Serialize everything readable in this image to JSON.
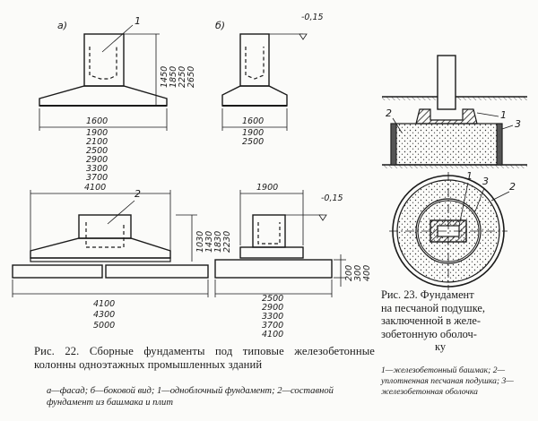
{
  "fig22": {
    "view_a": "а)",
    "view_b": "б)",
    "callout_1": "1",
    "callout_2": "2",
    "level_top": "-0,15",
    "level_bottom": "-0,15",
    "dims_a_width": [
      "1600",
      "1900",
      "2100",
      "2500",
      "2900",
      "3300",
      "3700"
    ],
    "dims_a_height": [
      "1450",
      "1850",
      "2250",
      "2650"
    ],
    "dims_b_width": [
      "1600",
      "1900",
      "2500"
    ],
    "dims_c_top": "4100",
    "dims_c_height": [
      "1030",
      "1430",
      "1830",
      "2230"
    ],
    "dims_c_width": [
      "4100",
      "4300",
      "5000"
    ],
    "dims_d_top": "1900",
    "dims_d_plate": [
      "200",
      "300",
      "400"
    ],
    "dims_d_width": [
      "2500",
      "2900",
      "3300",
      "3700",
      "4100"
    ],
    "caption": "Рис. 22. Сборные фундаменты под типовые железобетонные колонны одноэтажных промышленных зданий",
    "legend": "а—фасад; б—боковой вид; 1—одноблочный фундамент; 2—составной фундамент из башмака и плит"
  },
  "fig23": {
    "callout_1": "1",
    "callout_2": "2",
    "callout_3": "3",
    "plan_callout_1": "1",
    "plan_callout_2": "2",
    "plan_callout_3": "3",
    "caption_lines": [
      "Рис. 23. Фундамент",
      "на песчаной подушке,",
      "заключенной в желе-",
      "зобетонную оболоч-",
      "ку"
    ],
    "legend": "1—железобетонный башмак; 2—уплотненная песчаная подушка; 3—железобетонная оболочка"
  }
}
